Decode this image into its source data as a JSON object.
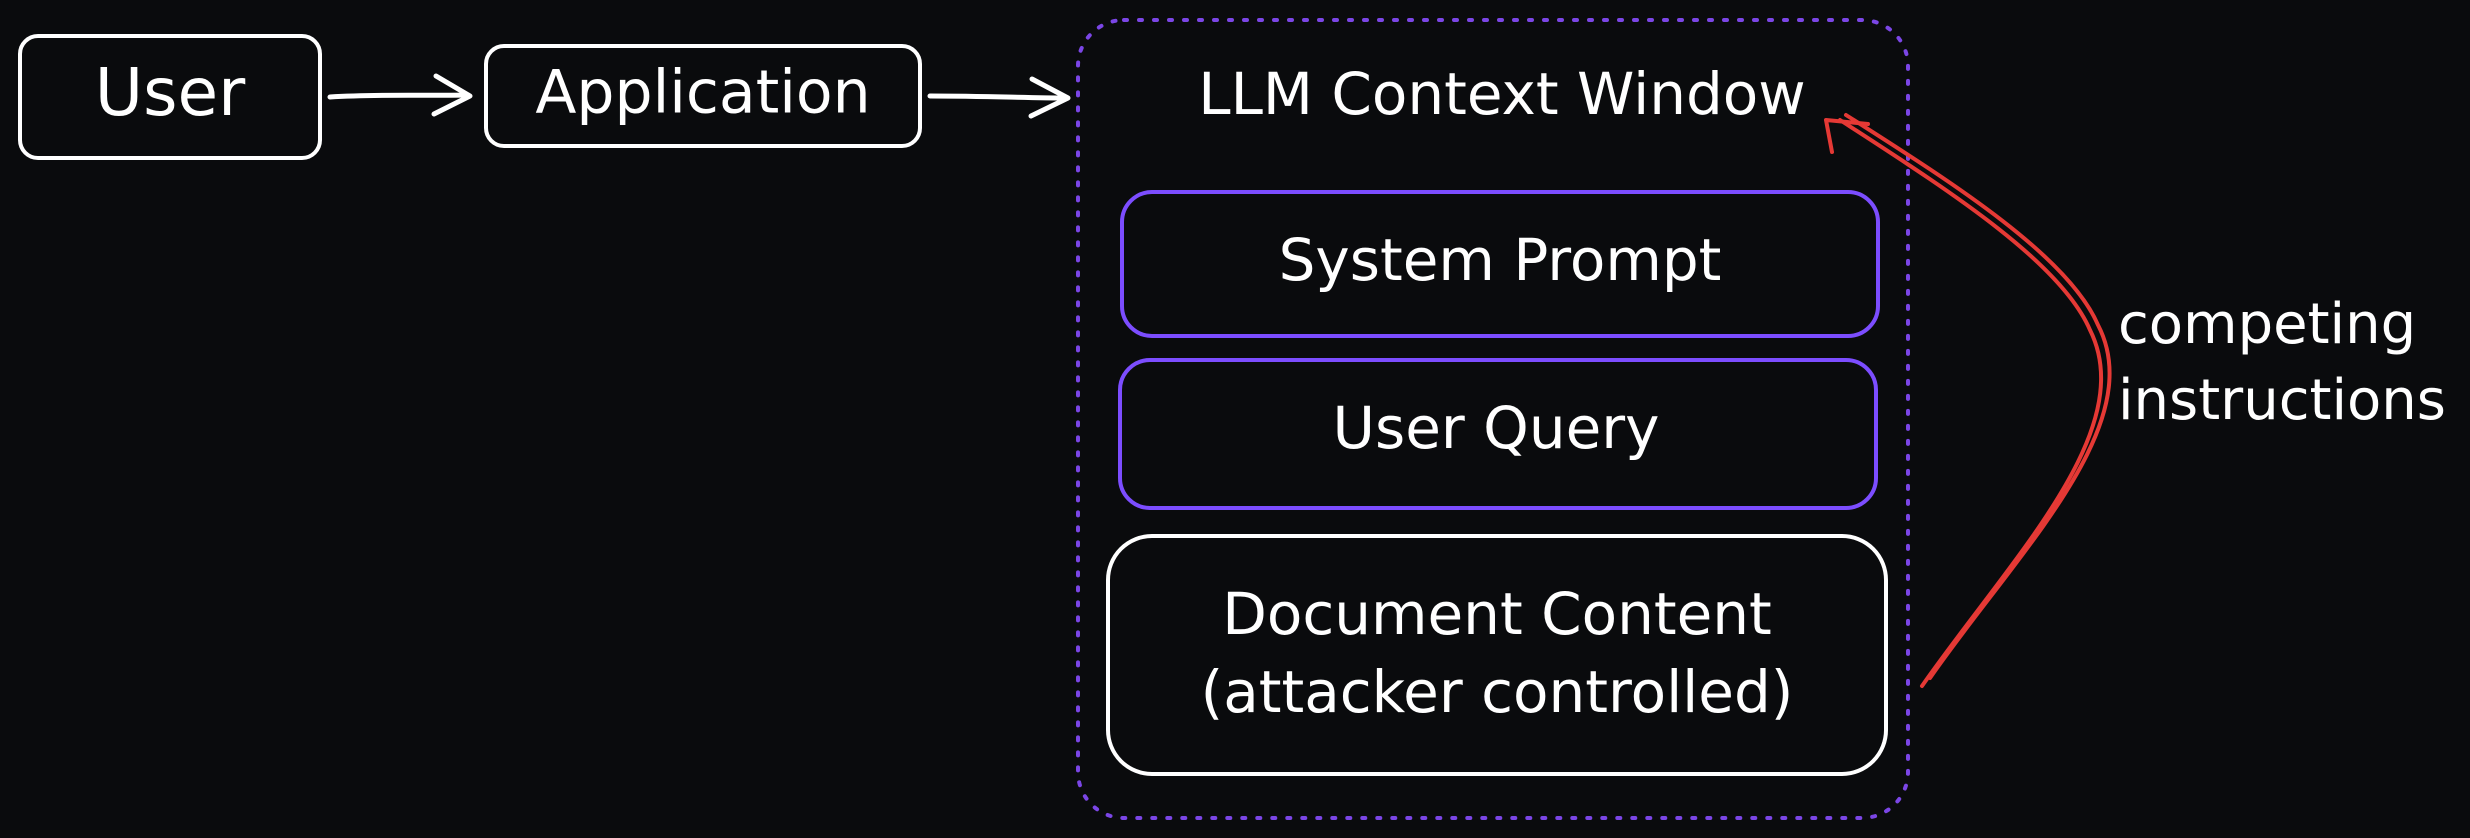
{
  "colors": {
    "background": "#0a0b0d",
    "stroke_default": "#ffffff",
    "accent_purple": "#7c4dff",
    "dotted_border": "#7b46e6",
    "arrow_red": "#e53935"
  },
  "nodes": {
    "user": "User",
    "application": "Application",
    "context_window_title": "LLM Context Window",
    "system_prompt": "System Prompt",
    "user_query": "User Query",
    "document_content_line1": "Document Content",
    "document_content_line2": "(attacker controlled)"
  },
  "annotation": {
    "line1": "competing",
    "line2": "instructions"
  }
}
